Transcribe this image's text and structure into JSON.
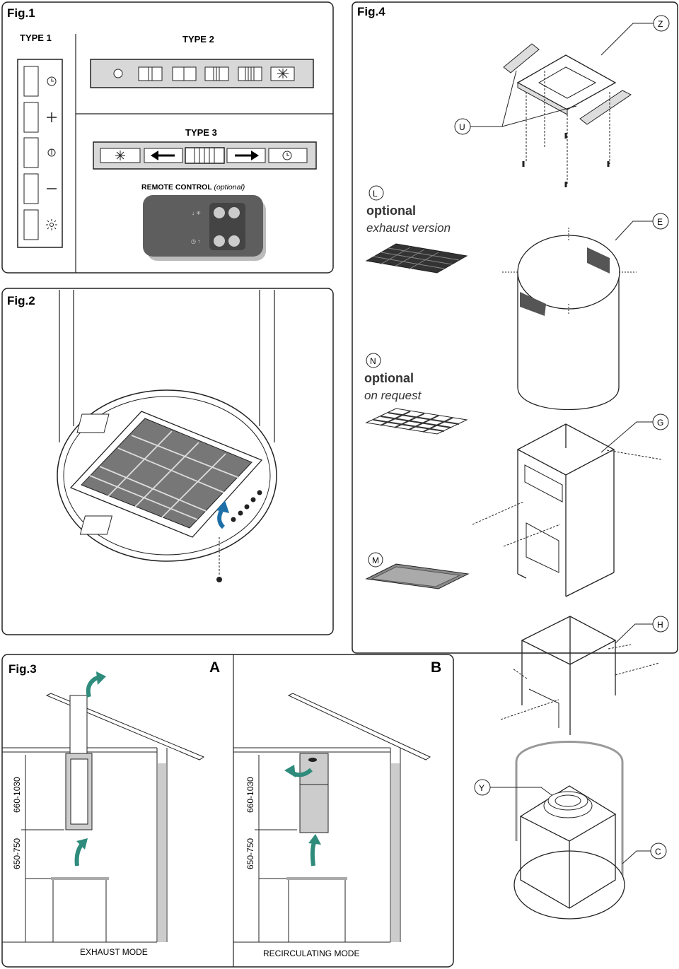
{
  "fig1": {
    "title": "Fig.1",
    "type1": "TYPE 1",
    "type2": "TYPE 2",
    "type3": "TYPE 3",
    "remote": "REMOTE CONTROL",
    "remote_note": "(optional)"
  },
  "fig2": {
    "title": "Fig.2"
  },
  "fig3": {
    "title": "Fig.3",
    "panel_a": "A",
    "panel_b": "B",
    "dim_upper": "660-1030",
    "dim_lower": "650-750",
    "mode_a": "EXHAUST MODE",
    "mode_b": "RECIRCULATING MODE"
  },
  "fig4": {
    "title": "Fig.4",
    "labels": {
      "z": "Z",
      "u": "U",
      "l": "L",
      "e": "E",
      "n": "N",
      "g": "G",
      "m": "M",
      "h": "H",
      "y": "Y",
      "c": "C"
    },
    "l_title": "optional",
    "l_sub": "exhaust version",
    "n_title": "optional",
    "n_sub": "on request"
  },
  "icons": [
    "timer-icon",
    "plus-icon",
    "power-icon",
    "minus-icon",
    "light-icon",
    "fan-icon",
    "arrow-left-icon",
    "arrow-right-icon",
    "airflow-arrow-icon"
  ]
}
